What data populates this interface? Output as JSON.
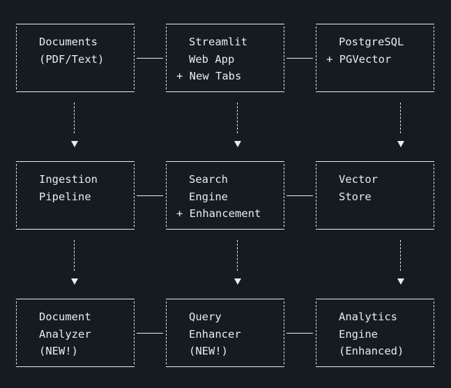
{
  "boxes": {
    "documents": {
      "lines": [
        "Documents",
        "(PDF/Text)"
      ]
    },
    "streamlit_web_app": {
      "lines": [
        "Streamlit",
        "Web App",
        "+ New Tabs"
      ]
    },
    "postgresql": {
      "lines": [
        "PostgreSQL",
        "+ PGVector"
      ]
    },
    "ingestion_pipeline": {
      "lines": [
        "Ingestion",
        "Pipeline"
      ]
    },
    "search_engine": {
      "lines": [
        "Search",
        "Engine",
        "+ Enhancement"
      ]
    },
    "vector_store": {
      "lines": [
        "Vector",
        "Store"
      ]
    },
    "document_analyzer": {
      "lines": [
        "Document",
        "Analyzer",
        "(NEW!)"
      ]
    },
    "query_enhancer": {
      "lines": [
        "Query",
        "Enhancer",
        "(NEW!)"
      ]
    },
    "analytics_engine": {
      "lines": [
        "Analytics",
        "Engine",
        "(Enhanced)"
      ]
    }
  },
  "colors": {
    "background": "#161b22",
    "foreground": "#e6edf3"
  }
}
